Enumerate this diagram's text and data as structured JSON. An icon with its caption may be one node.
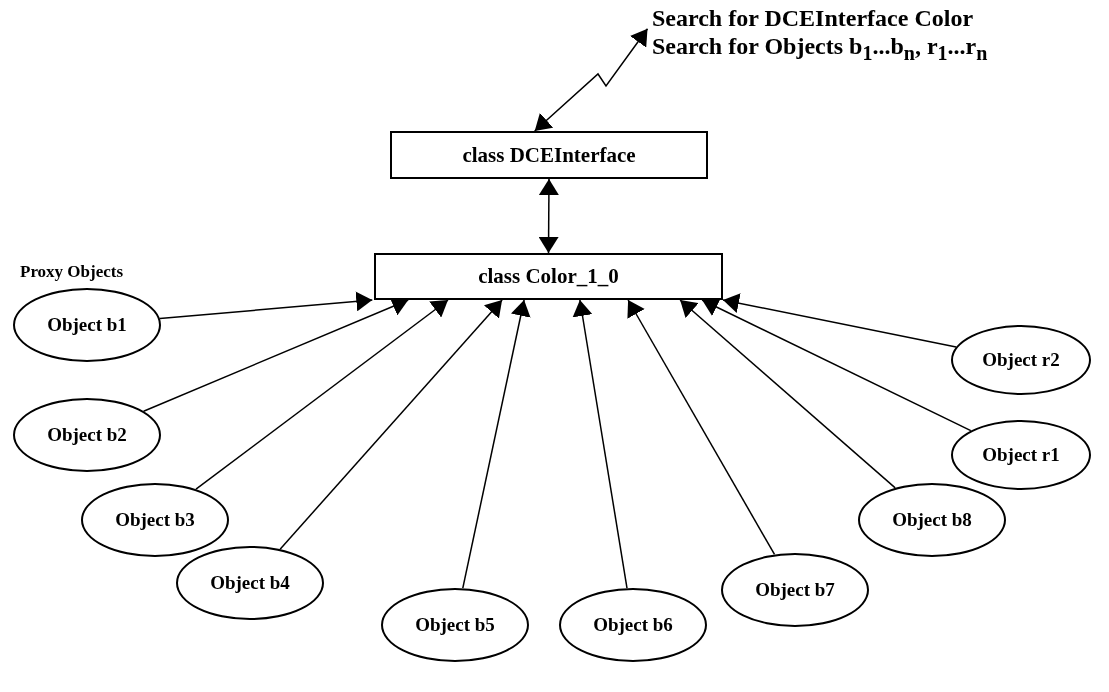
{
  "diagram": {
    "nodes": [
      {
        "text": [
          "Search for DCEInterface Color",
          "Search for Objects b$_{1}$...b$_{n}$, r$_{1}$...r$_{n}$"
        ]
      },
      {
        "text": [
          "class DCEInterface"
        ]
      },
      {
        "text": [
          "class Color_1_0"
        ]
      },
      {
        "text": [
          "Object b1"
        ]
      },
      {
        "text": [
          "Object b2"
        ]
      },
      {
        "text": [
          "Object b3"
        ]
      },
      {
        "text": [
          "Object b4"
        ]
      },
      {
        "text": [
          "Object b5"
        ]
      },
      {
        "text": [
          "Object b6"
        ]
      },
      {
        "text": [
          "Object b7"
        ]
      },
      {
        "text": [
          "Object b8"
        ]
      },
      {
        "text": [
          "Object r1"
        ]
      },
      {
        "text": [
          "Object r2"
        ]
      }
    ],
    "edges": [
      {
        "from": 1,
        "to": 0,
        "arrow": "both"
      },
      {
        "from": 1,
        "to": 2,
        "arrow": "both"
      },
      {
        "from": 3,
        "to": 2,
        "arrow": "to"
      },
      {
        "from": 4,
        "to": 2,
        "arrow": "to"
      },
      {
        "from": 5,
        "to": 2,
        "arrow": "to"
      },
      {
        "from": 6,
        "to": 2,
        "arrow": "to"
      },
      {
        "from": 7,
        "to": 2,
        "arrow": "to"
      },
      {
        "from": 8,
        "to": 2,
        "arrow": "to"
      },
      {
        "from": 9,
        "to": 2,
        "arrow": "to"
      },
      {
        "from": 10,
        "to": 2,
        "arrow": "to"
      },
      {
        "from": 11,
        "to": 2,
        "arrow": "to"
      },
      {
        "from": 12,
        "to": 2,
        "arrow": "to"
      }
    ],
    "labels": [
      "Proxy Objects"
    ]
  }
}
